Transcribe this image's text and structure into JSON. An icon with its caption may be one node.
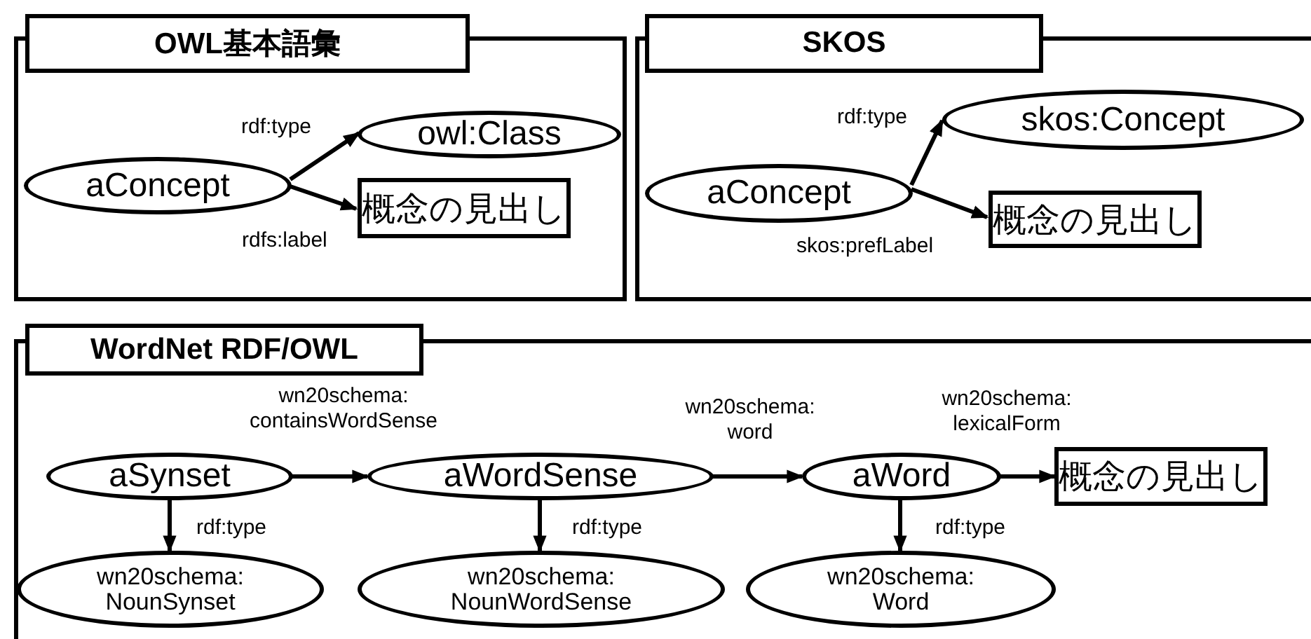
{
  "diagram": {
    "nodes": [
      {
        "text": [
          "OWL基本語彙"
        ]
      },
      {
        "text": [
          "aConcept"
        ],
        "in": 0
      },
      {
        "text": [
          "owl:Class"
        ],
        "in": 0
      },
      {
        "text": [
          "概念の見出し"
        ],
        "in": 0
      },
      {
        "text": [
          "SKOS"
        ]
      },
      {
        "text": [
          "aConcept"
        ],
        "in": 4
      },
      {
        "text": [
          "skos:Concept"
        ],
        "in": 4
      },
      {
        "text": [
          "概念の見出し"
        ],
        "in": 4
      },
      {
        "text": [
          "WordNet RDF/OWL"
        ]
      },
      {
        "text": [
          "aSynset"
        ],
        "in": 8
      },
      {
        "text": [
          "aWordSense"
        ],
        "in": 8
      },
      {
        "text": [
          "aWord"
        ],
        "in": 8
      },
      {
        "text": [
          "概念の見出し"
        ],
        "in": 8
      },
      {
        "text": [
          "wn20schema: NounSynset"
        ],
        "in": 8
      },
      {
        "text": [
          "wn20schema: NounWordSense"
        ],
        "in": 8
      },
      {
        "text": [
          "wn20schema: Word"
        ],
        "in": 8
      }
    ],
    "edges": [
      {
        "from": 1,
        "to": 2,
        "arrow": "to",
        "label": "rdf:type"
      },
      {
        "from": 1,
        "to": 3,
        "arrow": "to",
        "label": "rdfs:label"
      },
      {
        "from": 5,
        "to": 6,
        "arrow": "to",
        "label": "rdf:type"
      },
      {
        "from": 5,
        "to": 7,
        "arrow": "to",
        "label": "skos:prefLabel"
      },
      {
        "from": 9,
        "to": 10,
        "arrow": "to",
        "label": "wn20schema: containsWordSense"
      },
      {
        "from": 10,
        "to": 11,
        "arrow": "to",
        "label": "wn20schema: word"
      },
      {
        "from": 11,
        "to": 12,
        "arrow": "to",
        "label": "wn20schema: lexicalForm"
      },
      {
        "from": 9,
        "to": 13,
        "arrow": "to",
        "label": "rdf:type"
      },
      {
        "from": 10,
        "to": 14,
        "arrow": "to",
        "label": "rdf:type"
      },
      {
        "from": 11,
        "to": 15,
        "arrow": "to",
        "label": "rdf:type"
      }
    ]
  }
}
